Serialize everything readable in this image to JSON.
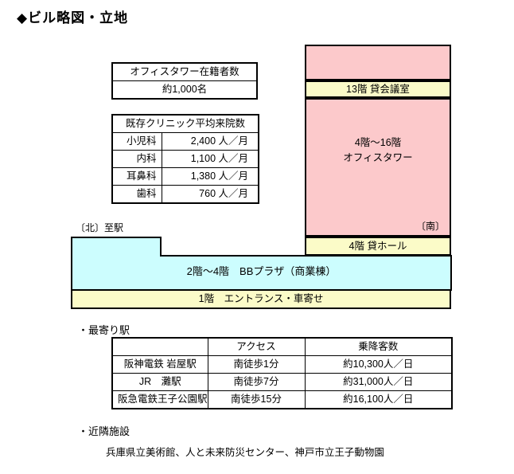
{
  "title": "◆ビル略図・立地",
  "colors": {
    "pink": "#FCC9CB",
    "yellow": "#FBFBC8",
    "cyan": "#CCFDFE",
    "border": "#000000"
  },
  "occupancy_table": {
    "header": "オフィスタワー在籍者数",
    "value": "約1,000名"
  },
  "clinic_table": {
    "header": "既存クリニック平均来院数",
    "rows": [
      {
        "dept": "小児科",
        "visits": "2,400 人／月"
      },
      {
        "dept": "内科",
        "visits": "1,100 人／月"
      },
      {
        "dept": "耳鼻科",
        "visits": "1,380 人／月"
      },
      {
        "dept": "歯科",
        "visits": "760 人／月"
      }
    ]
  },
  "building": {
    "north_label": "〔北〕至駅",
    "south_label": "〔南〕",
    "meeting_floor": "13階 貸会議室",
    "office_tower_line1": "4階～16階",
    "office_tower_line2": "オフィスタワー",
    "hall_floor": "4階 貸ホール",
    "plaza": "2階～4階　BBプラザ（商業棟）",
    "entrance": "1階　エントランス・車寄せ"
  },
  "stations": {
    "section_label": "・最寄り駅",
    "headers": {
      "station": "",
      "access": "アクセス",
      "passengers": "乗降客数"
    },
    "rows": [
      {
        "station": "阪神電鉄 岩屋駅",
        "access": "南徒歩1分",
        "passengers": "約10,300人／日"
      },
      {
        "station": "JR　灘駅",
        "access": "南徒歩7分",
        "passengers": "約31,000人／日"
      },
      {
        "station": "阪急電鉄王子公園駅",
        "access": "南徒歩15分",
        "passengers": "約16,100人／日"
      }
    ]
  },
  "facilities": {
    "section_label": "・近隣施設",
    "text": "兵庫県立美術館、人と未来防災センター、神戸市立王子動物園"
  }
}
